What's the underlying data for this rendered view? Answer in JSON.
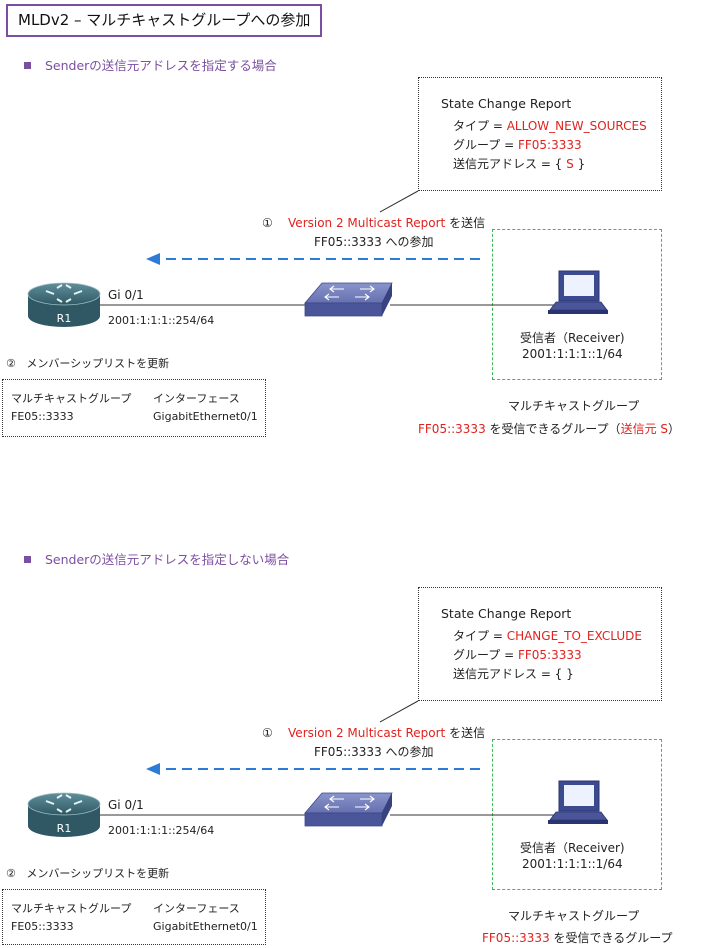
{
  "title": "MLDv2 – マルチキャストグループへの参加",
  "section1": {
    "heading": "Senderの送信元アドレスを指定する場合",
    "report": {
      "header": "State Change Report",
      "type_label": "タイプ = ",
      "type_value": "ALLOW_NEW_SOURCES",
      "group_label": "グループ = ",
      "group_value": "FF05:3333",
      "source_label": "送信元アドレス = { ",
      "source_value": "S",
      "source_end": " }"
    },
    "step1": {
      "num": "①",
      "msg": "Version 2 Multicast Report",
      "suffix": " を送信",
      "line2": "FF05::3333 への参加"
    },
    "router": {
      "name": "R1",
      "interface": "Gi 0/1",
      "address": "2001:1:1:1::254/64"
    },
    "receiver": {
      "name": "受信者（Receiver)",
      "address": "2001:1:1:1::1/64"
    },
    "step2": {
      "num": "②",
      "msg": "メンバーシップリストを更新"
    },
    "table": {
      "col1": "マルチキャストグループ",
      "col2": "インターフェース",
      "group": "FE05::3333",
      "interface": "GigabitEthernet0/1"
    },
    "group_caption": "マルチキャストグループ",
    "group_desc_addr": "FF05::3333",
    "group_desc_text": " を受信できるグループ（",
    "group_desc_src": "送信元 S",
    "group_desc_end": "）"
  },
  "section2": {
    "heading": "Senderの送信元アドレスを指定しない場合",
    "report": {
      "header": "State Change Report",
      "type_label": "タイプ = ",
      "type_value": "CHANGE_TO_EXCLUDE",
      "group_label": "グループ = ",
      "group_value": "FF05:3333",
      "source_label": "送信元アドレス = {  }"
    },
    "step1": {
      "num": "①",
      "msg": "Version 2 Multicast Report",
      "suffix": " を送信",
      "line2": "FF05::3333 への参加"
    },
    "router": {
      "name": "R1",
      "interface": "Gi 0/1",
      "address": "2001:1:1:1::254/64"
    },
    "receiver": {
      "name": "受信者（Receiver)",
      "address": "2001:1:1:1::1/64"
    },
    "step2": {
      "num": "②",
      "msg": "メンバーシップリストを更新"
    },
    "table": {
      "col1": "マルチキャストグループ",
      "col2": "インターフェース",
      "group": "FE05::3333",
      "interface": "GigabitEthernet0/1"
    },
    "group_caption": "マルチキャストグループ",
    "group_desc_addr": "FF05::3333",
    "group_desc_text": " を受信できるグループ"
  },
  "colors": {
    "purple": "#7b4fa0",
    "red": "#e0221e",
    "arrow_blue": "#2f7ad6",
    "green_dash": "#3cba5a",
    "router_teal": "#3f6e7a",
    "switch_navy": "#5a66a8"
  }
}
